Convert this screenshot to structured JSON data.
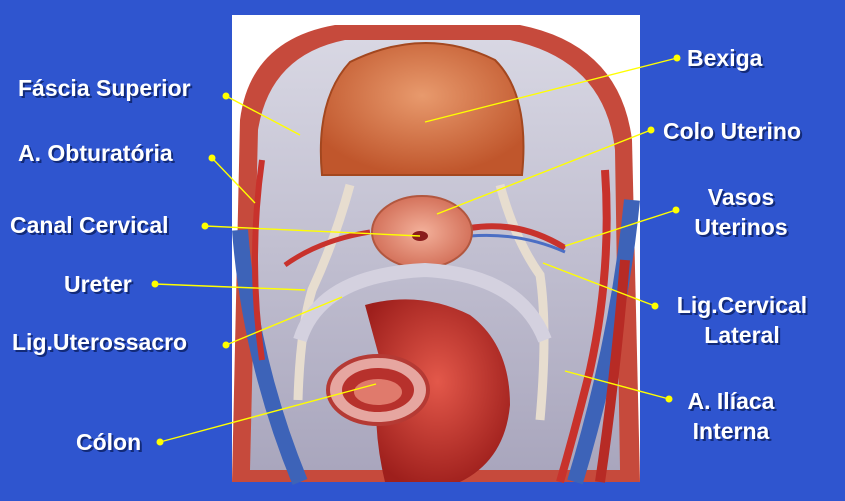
{
  "labels": {
    "fascia_superior": "Fáscia Superior",
    "a_obturatoria": "A. Obturatória",
    "canal_cervical": "Canal Cervical",
    "ureter": "Ureter",
    "lig_uterossacro": "Lig.Uterossacro",
    "colon": "Cólon",
    "bexiga": "Bexiga",
    "colo_uterino": "Colo Uterino",
    "vasos_uterinos_line1": "Vasos",
    "vasos_uterinos_line2": "Uterinos",
    "lig_cervical_lateral_line1": "Lig.Cervical",
    "lig_cervical_lateral_line2": "Lateral",
    "a_iliaca_interna_line1": "A. Ilíaca",
    "a_iliaca_interna_line2": "Interna"
  },
  "colors": {
    "background": "#2f55cf",
    "leader_line": "#ffff00",
    "label_text": "#ffffff",
    "panel": "#ffffff"
  }
}
